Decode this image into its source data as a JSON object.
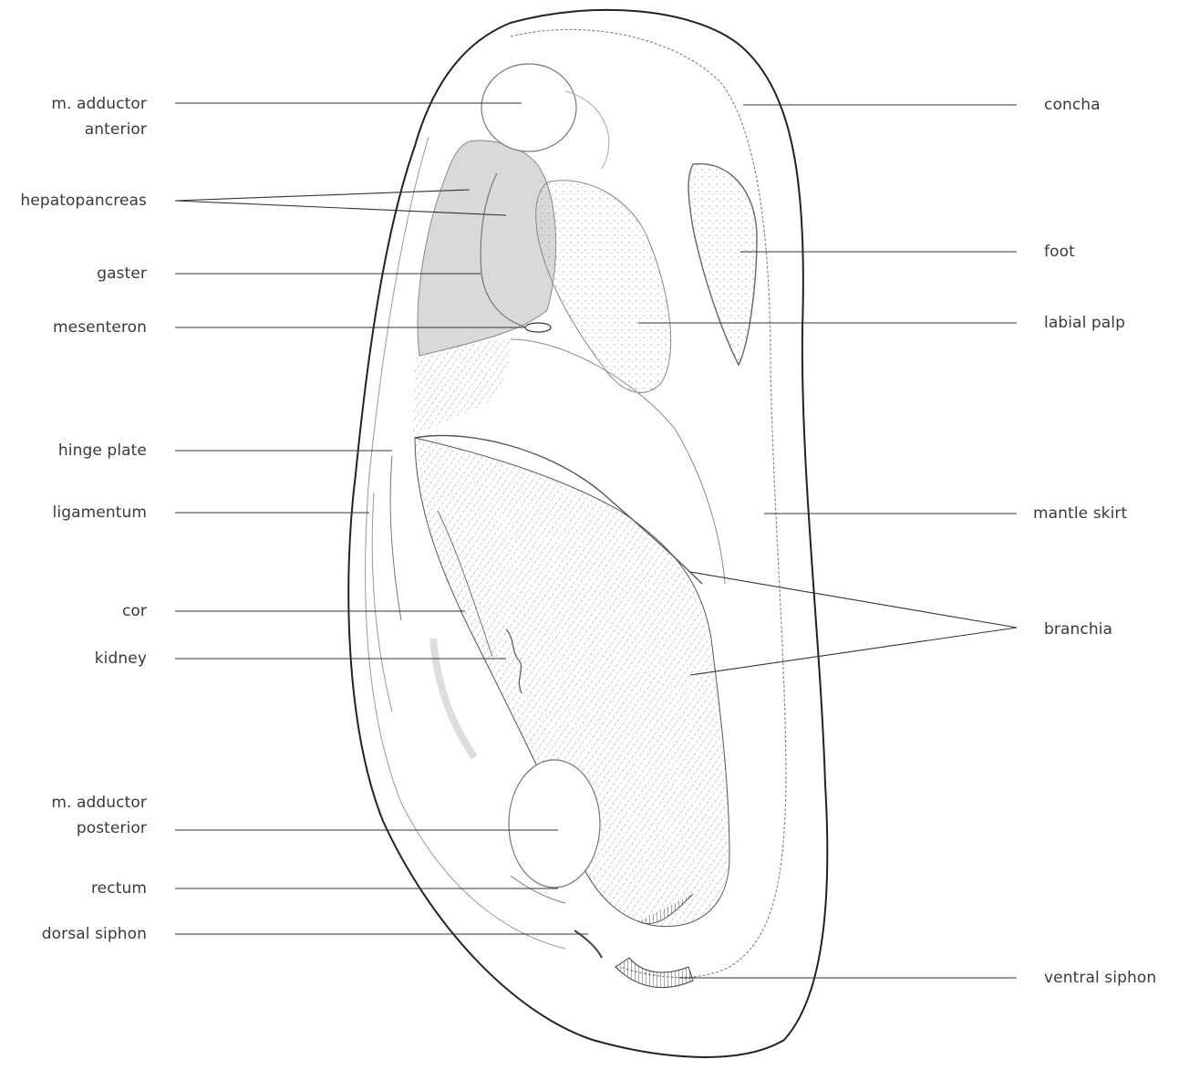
{
  "diagram": {
    "left_labels": [
      {
        "id": "m-adductor-anterior",
        "lines": [
          "m. adductor",
          "anterior"
        ]
      },
      {
        "id": "hepatopancreas",
        "lines": [
          "hepatopancreas"
        ]
      },
      {
        "id": "gaster",
        "lines": [
          "gaster"
        ]
      },
      {
        "id": "mesenteron",
        "lines": [
          "mesenteron"
        ]
      },
      {
        "id": "hinge-plate",
        "lines": [
          "hinge plate"
        ]
      },
      {
        "id": "ligamentum",
        "lines": [
          "ligamentum"
        ]
      },
      {
        "id": "cor",
        "lines": [
          "cor"
        ]
      },
      {
        "id": "kidney",
        "lines": [
          "kidney"
        ]
      },
      {
        "id": "m-adductor-posterior",
        "lines": [
          "m. adductor",
          "posterior"
        ]
      },
      {
        "id": "rectum",
        "lines": [
          "rectum"
        ]
      },
      {
        "id": "dorsal-siphon",
        "lines": [
          "dorsal siphon"
        ]
      }
    ],
    "right_labels": [
      {
        "id": "concha",
        "lines": [
          "concha"
        ]
      },
      {
        "id": "foot",
        "lines": [
          "foot"
        ]
      },
      {
        "id": "labial-palp",
        "lines": [
          "labial palp"
        ]
      },
      {
        "id": "mantle-skirt",
        "lines": [
          "mantle skirt"
        ]
      },
      {
        "id": "branchia",
        "lines": [
          "branchia"
        ]
      },
      {
        "id": "ventral-siphon",
        "lines": [
          "ventral siphon"
        ]
      }
    ],
    "colors": {
      "ink": "#3a3a3a",
      "outline": "#777777",
      "hepatopancreas_fill": "#d9d9d9",
      "background": "#ffffff"
    }
  }
}
